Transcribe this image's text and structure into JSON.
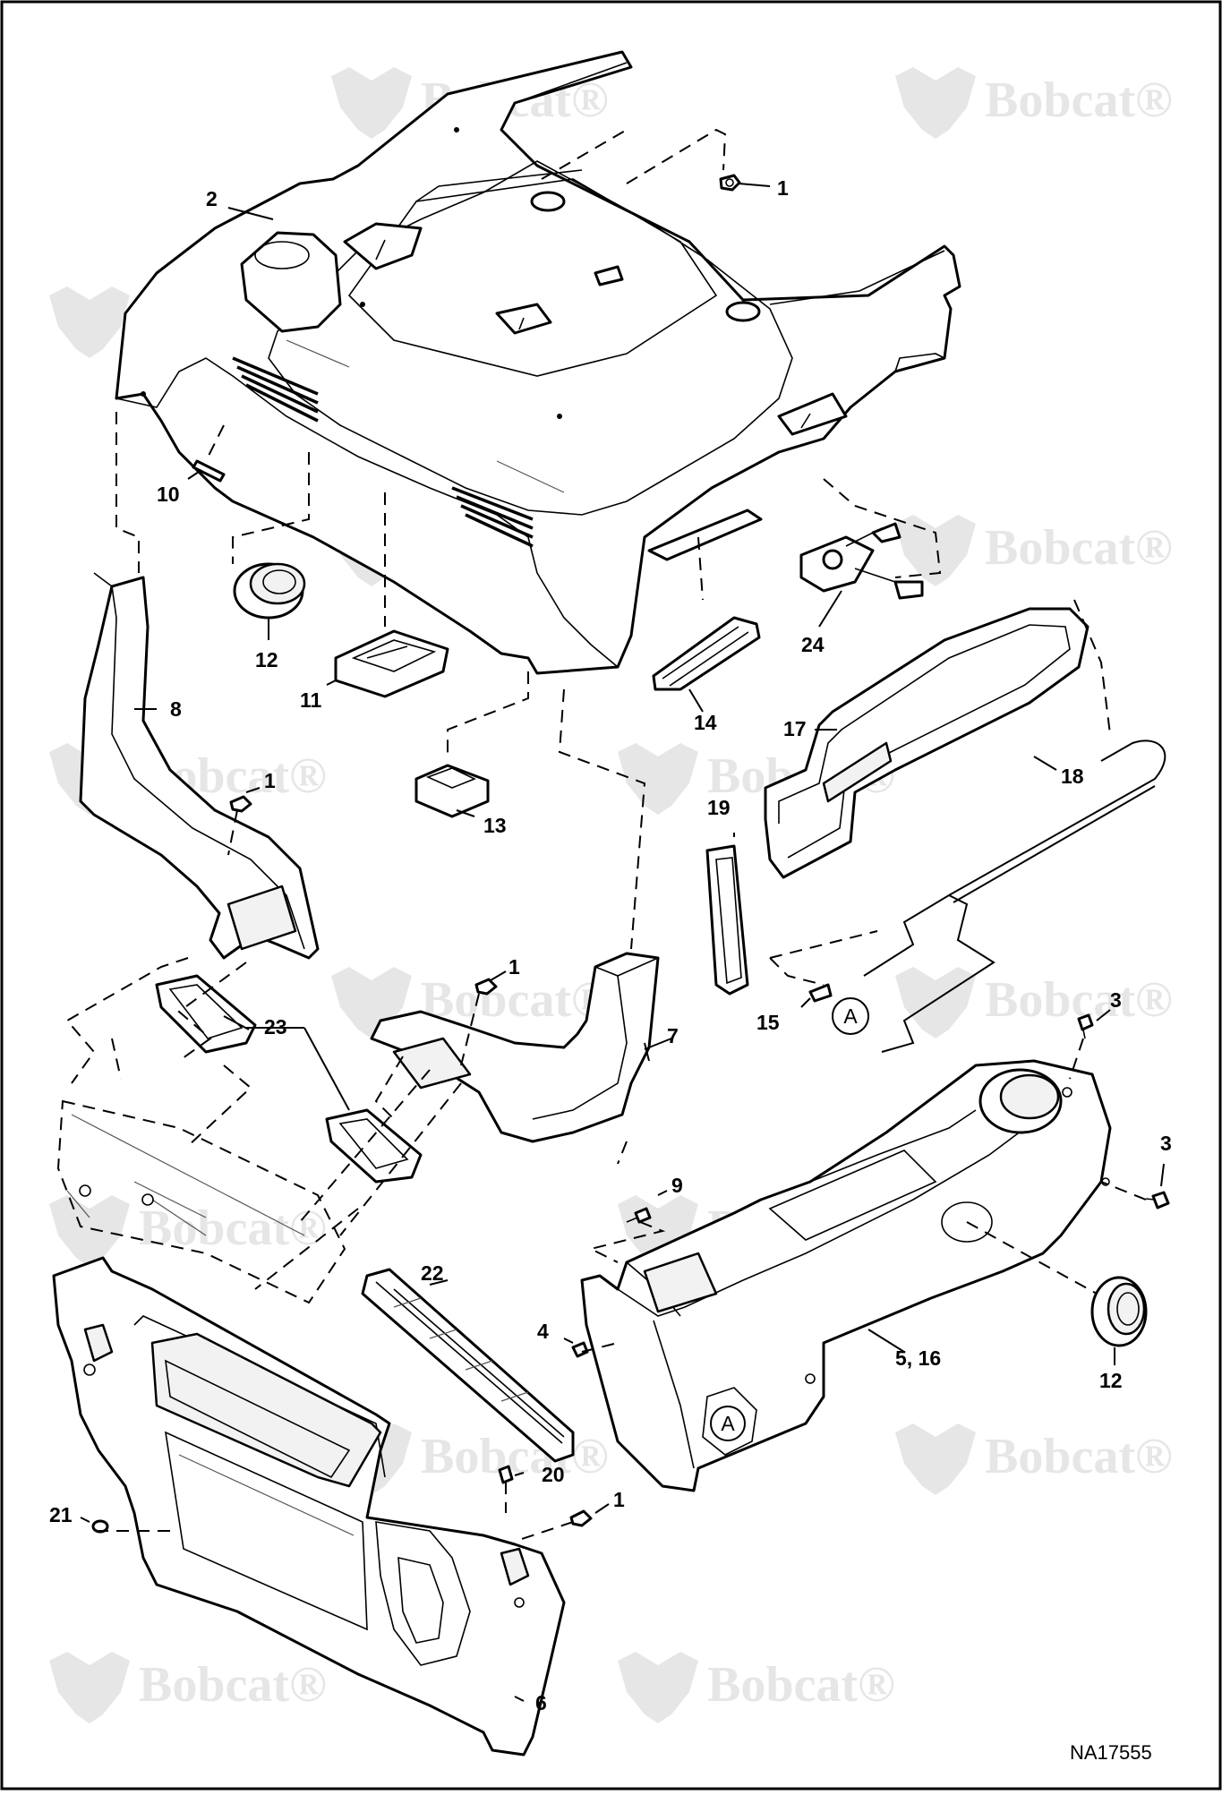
{
  "drawing_id": "NA17555",
  "watermark": {
    "brand": "Bobcat",
    "registered_mark": "®"
  },
  "callouts": {
    "c1a": "1",
    "c1b": "1",
    "c1c": "1",
    "c1d": "1",
    "c2": "2",
    "c3a": "3",
    "c3b": "3",
    "c4": "4",
    "c5_16": "5, 16",
    "c6": "6",
    "c7": "7",
    "c8": "8",
    "c9": "9",
    "c10": "10",
    "c11": "11",
    "c12a": "12",
    "c12b": "12",
    "c13": "13",
    "c14": "14",
    "c15": "15",
    "c17": "17",
    "c18": "18",
    "c19": "19",
    "c20": "20",
    "c21": "21",
    "c22": "22",
    "c23": "23",
    "c24": "24"
  },
  "reference_markers": {
    "ref1": "A",
    "ref2": "A"
  }
}
